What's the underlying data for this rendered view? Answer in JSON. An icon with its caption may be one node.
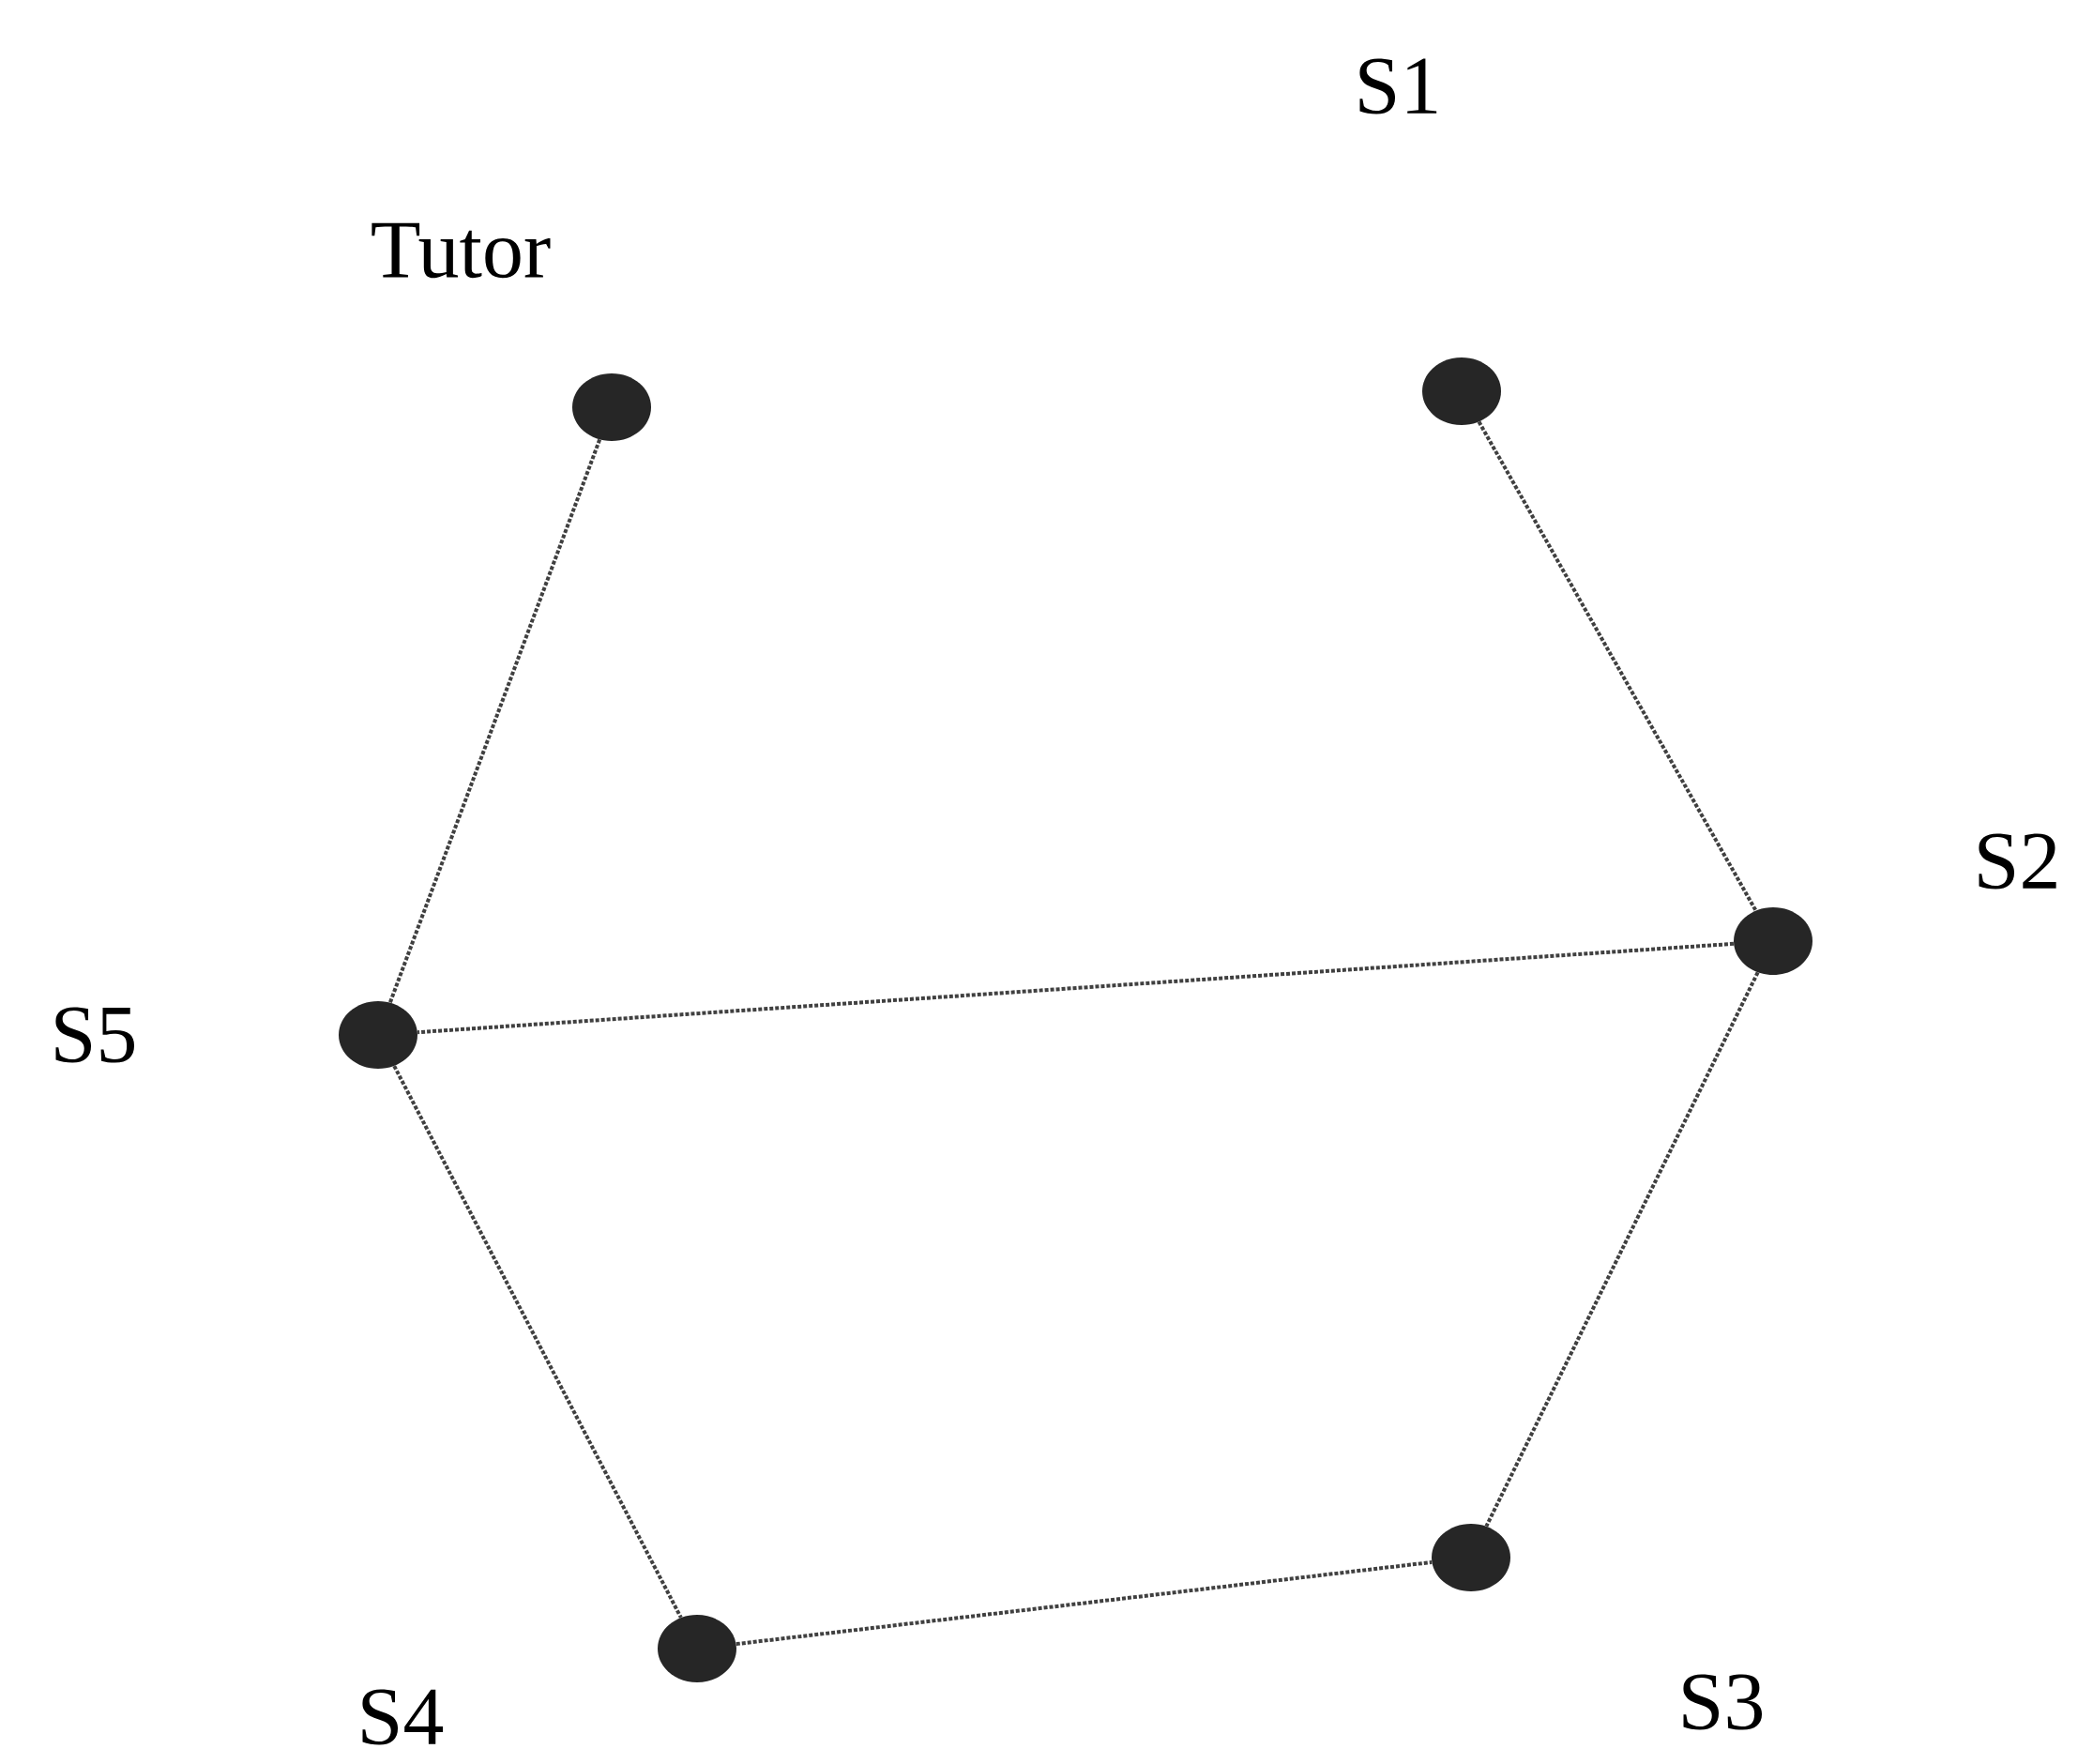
{
  "diagram": {
    "nodes": [
      {
        "text": [
          "Tutor"
        ]
      },
      {
        "text": [
          "S1"
        ]
      },
      {
        "text": [
          "S2"
        ]
      },
      {
        "text": [
          "S5"
        ]
      },
      {
        "text": [
          "S3"
        ]
      },
      {
        "text": [
          "S4"
        ]
      }
    ],
    "edges": [
      {
        "from": 0,
        "to": 3,
        "arrow": "none"
      },
      {
        "from": 1,
        "to": 2,
        "arrow": "none"
      },
      {
        "from": 2,
        "to": 3,
        "arrow": "none"
      },
      {
        "from": 2,
        "to": 4,
        "arrow": "none"
      },
      {
        "from": 3,
        "to": 5,
        "arrow": "none"
      },
      {
        "from": 5,
        "to": 4,
        "arrow": "none"
      }
    ]
  }
}
